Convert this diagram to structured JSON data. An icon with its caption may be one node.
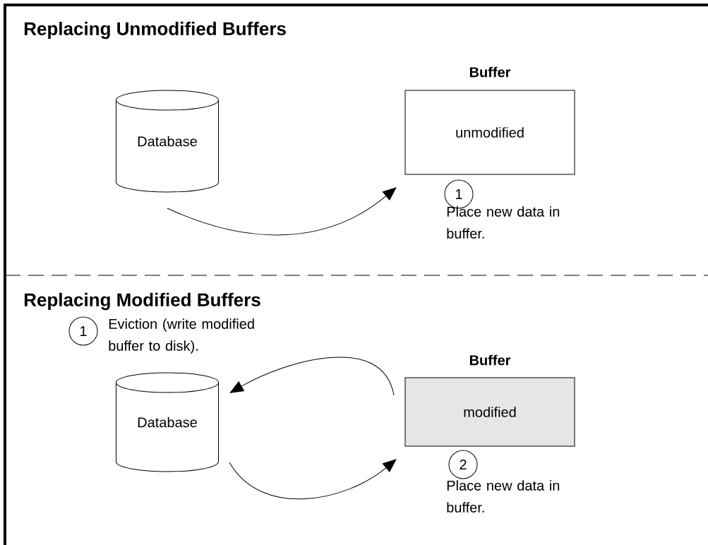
{
  "diagram": {
    "nodes": [
      {
        "text": [
          "Database"
        ]
      },
      {
        "text": [
          "Buffer",
          "unmodified"
        ]
      },
      {
        "text": [
          "1"
        ],
        "beside": [
          "Place new data in buffer."
        ]
      },
      {
        "text": [
          "Database"
        ]
      },
      {
        "text": [
          "Buffer",
          "modified"
        ]
      },
      {
        "text": [
          "1"
        ],
        "beside": [
          "Eviction (write modified buffer to disk)."
        ]
      },
      {
        "text": [
          "2"
        ],
        "beside": [
          "Place new data in buffer."
        ]
      }
    ],
    "edges": [
      {
        "from": 0,
        "to": 1,
        "arrow": "to"
      },
      {
        "from": 4,
        "to": 3,
        "arrow": "to"
      },
      {
        "from": 3,
        "to": 4,
        "arrow": "to"
      }
    ],
    "labels": [
      "Replacing Unmodified Buffers",
      "Replacing Modified Buffers"
    ]
  }
}
